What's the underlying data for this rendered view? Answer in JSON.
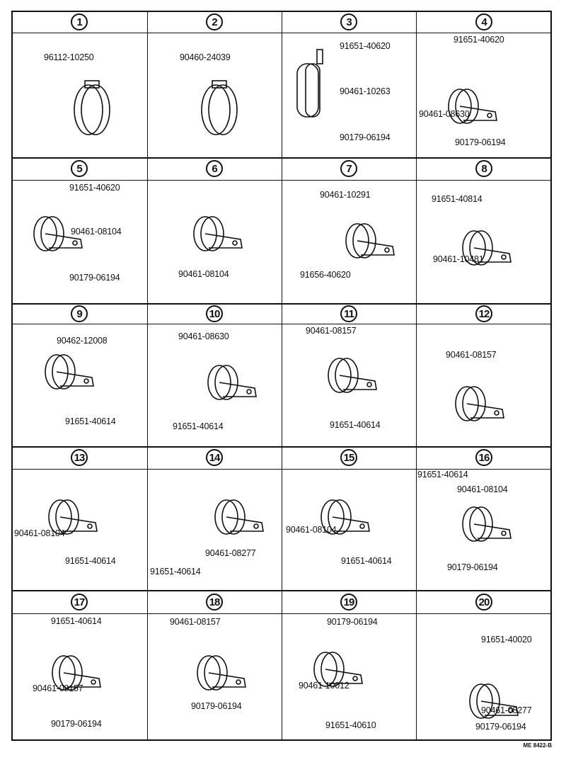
{
  "cells": [
    {
      "number": "1",
      "labels": [
        "96112-10250"
      ]
    },
    {
      "number": "2",
      "labels": [
        "90460-24039"
      ]
    },
    {
      "number": "3",
      "labels": [
        "91651-40620",
        "90461-10263",
        "90179-06194"
      ]
    },
    {
      "number": "4",
      "labels": [
        "91651-40620",
        "90461-08630",
        "90179-06194"
      ]
    },
    {
      "number": "5",
      "labels": [
        "91651-40620",
        "90461-08104",
        "90179-06194"
      ]
    },
    {
      "number": "6",
      "labels": [
        "90461-08104"
      ]
    },
    {
      "number": "7",
      "labels": [
        "90461-10291",
        "91656-40620"
      ]
    },
    {
      "number": "8",
      "labels": [
        "91651-40814",
        "90461-10481"
      ]
    },
    {
      "number": "9",
      "labels": [
        "90462-12008",
        "91651-40614"
      ]
    },
    {
      "number": "10",
      "labels": [
        "90461-08630",
        "91651-40614"
      ]
    },
    {
      "number": "11",
      "labels": [
        "90461-08157",
        "91651-40614"
      ]
    },
    {
      "number": "12",
      "labels": [
        "90461-08157"
      ]
    },
    {
      "number": "13",
      "labels": [
        "90461-08104",
        "91651-40614"
      ]
    },
    {
      "number": "14",
      "labels": [
        "91651-40614",
        "90461-08277"
      ]
    },
    {
      "number": "15",
      "labels": [
        "90461-08104",
        "91651-40614"
      ]
    },
    {
      "number": "16",
      "labels": [
        "91651-40614",
        "90461-08104",
        "90179-06194"
      ]
    },
    {
      "number": "17",
      "labels": [
        "91651-40614",
        "90461-08157",
        "90179-06194"
      ]
    },
    {
      "number": "18",
      "labels": [
        "90461-08157",
        "90179-06194"
      ]
    },
    {
      "number": "19",
      "labels": [
        "90179-06194",
        "90461-10012",
        "91651-40610"
      ]
    },
    {
      "number": "20",
      "labels": [
        "91651-40020",
        "90461-08277",
        "90179-06194"
      ]
    }
  ],
  "footer": "ME 8422-B"
}
